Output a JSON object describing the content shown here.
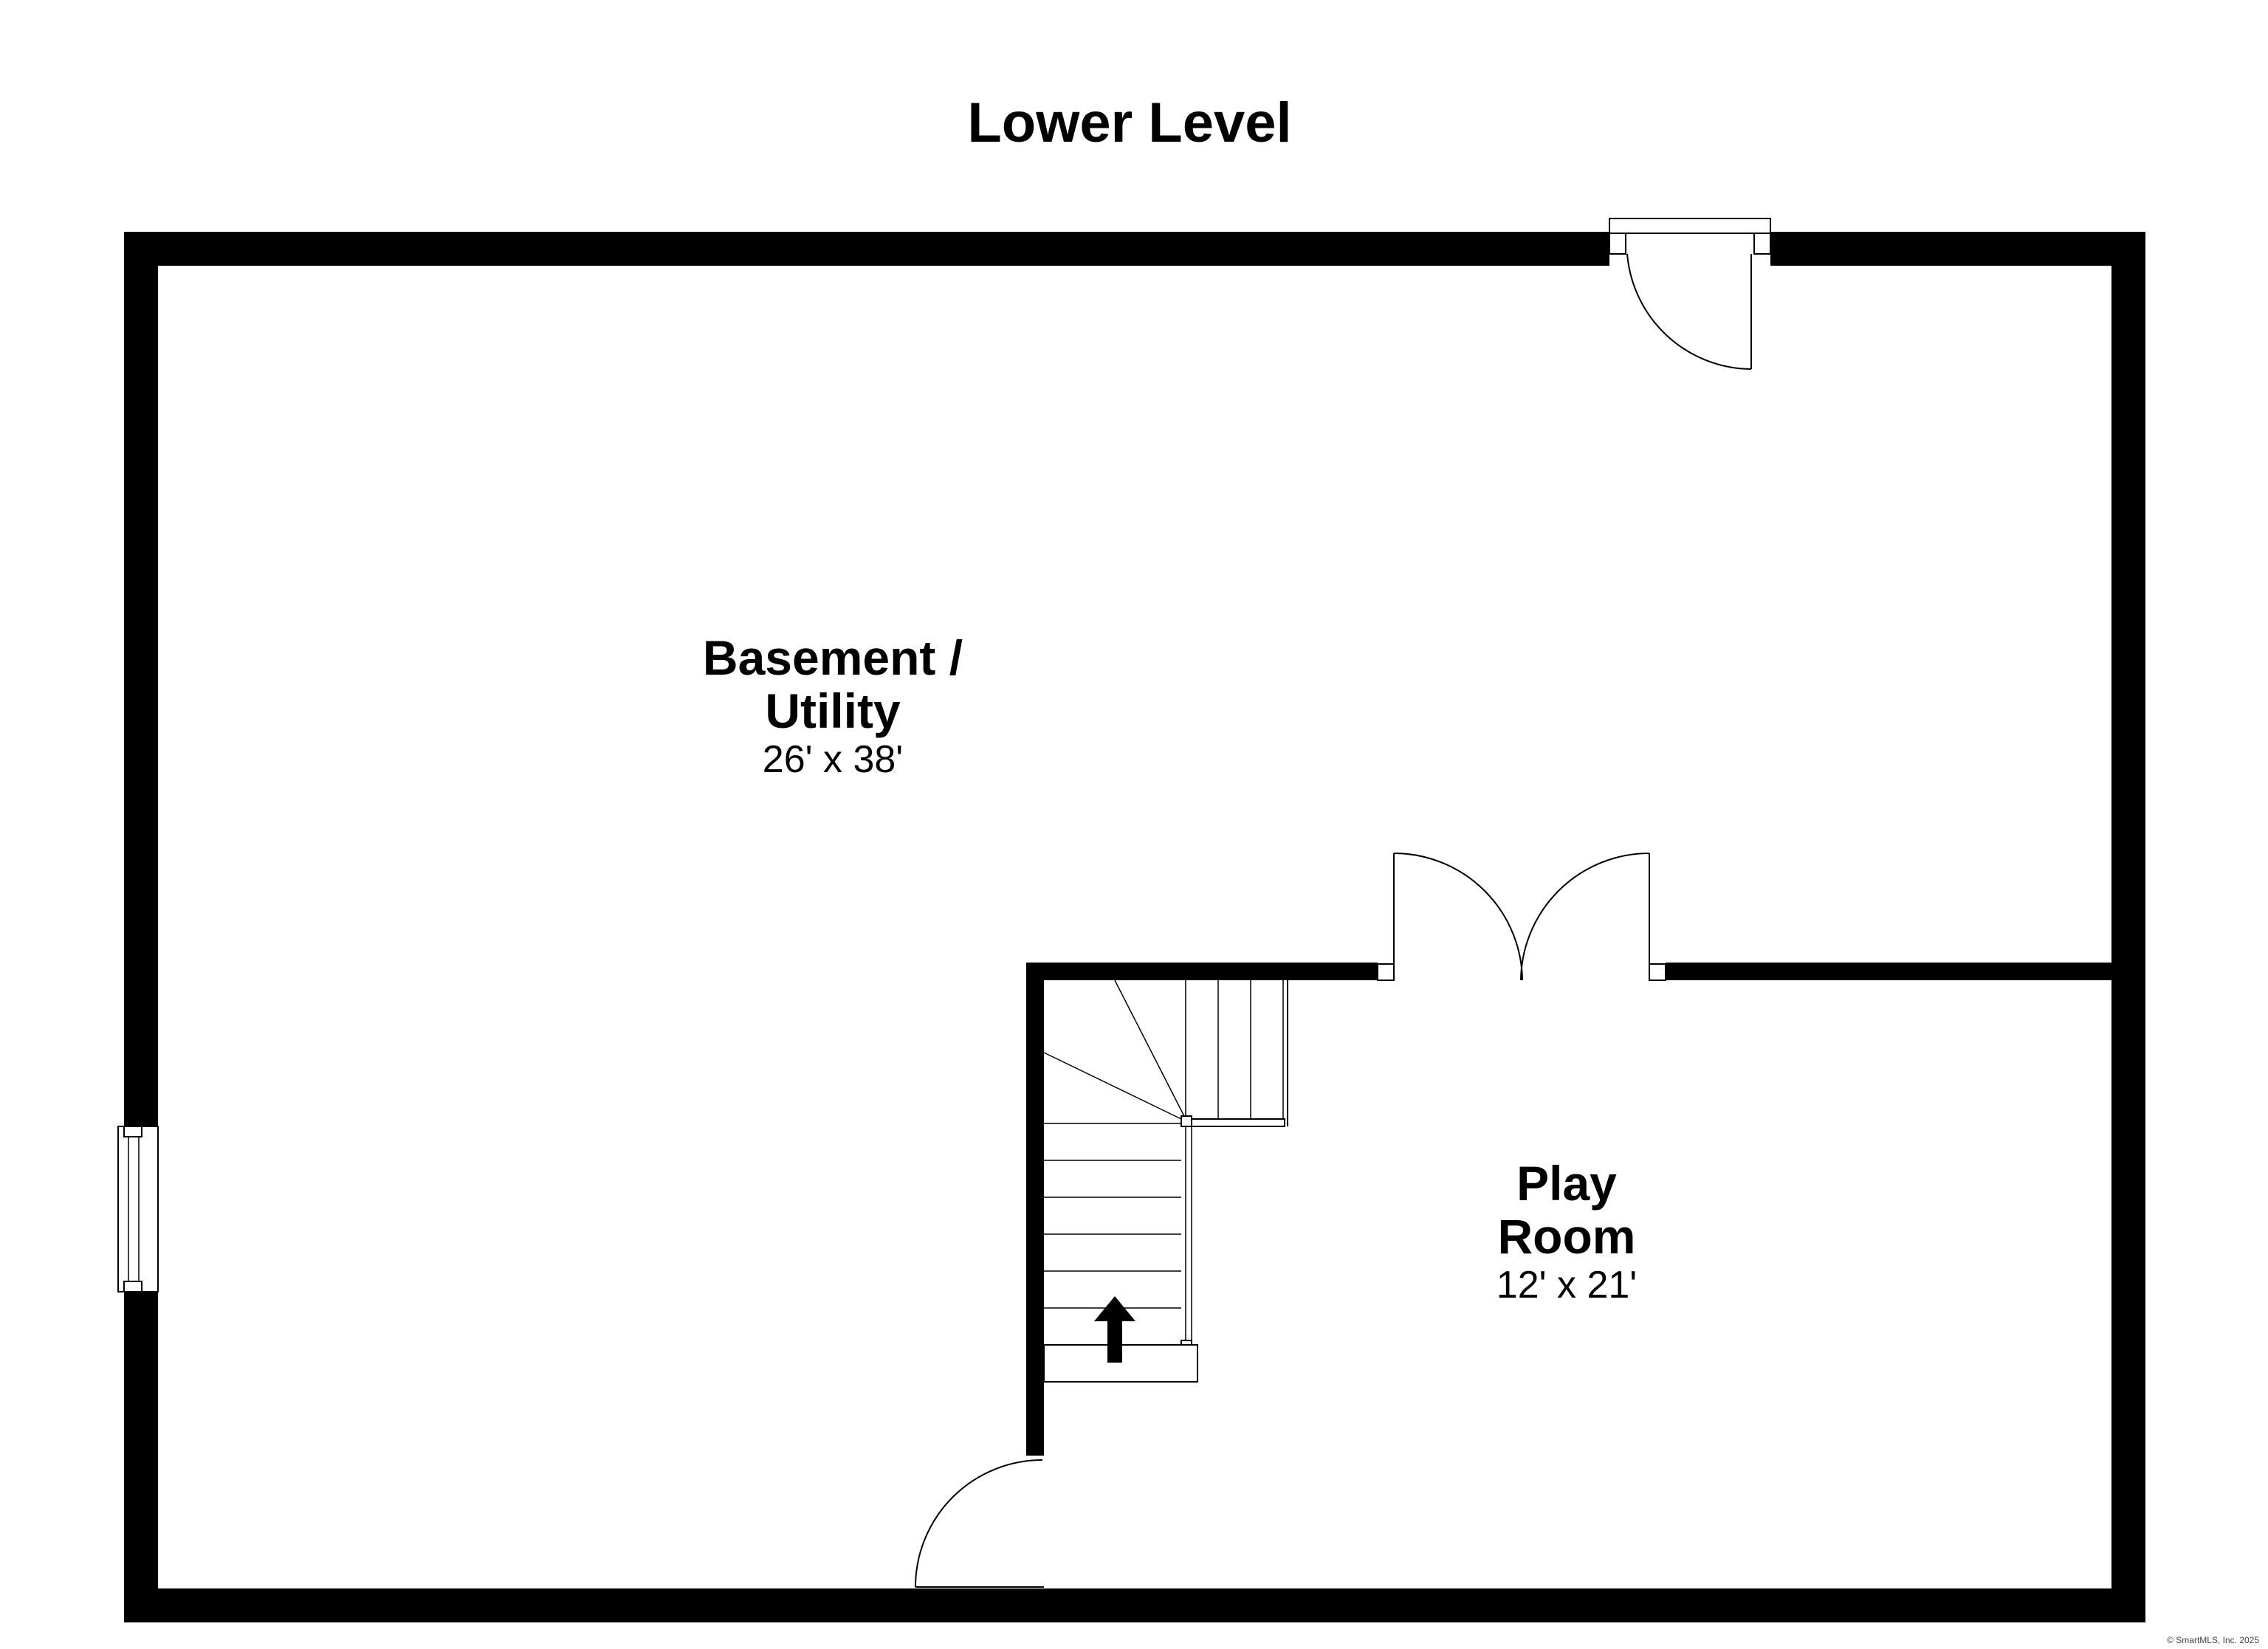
{
  "plan": {
    "title": "Lower Level",
    "rooms": [
      {
        "name_line1": "Basement /",
        "name_line2": "Utility",
        "dimensions": "26' x 38'"
      },
      {
        "name_line1": "Play",
        "name_line2": "Room",
        "dimensions": "12' x 21'"
      }
    ],
    "copyright": "© SmartMLS, Inc. 2025"
  },
  "colors": {
    "wall": "#000000",
    "background": "#ffffff"
  },
  "icons": {
    "stair_direction": "arrow-up-icon"
  }
}
